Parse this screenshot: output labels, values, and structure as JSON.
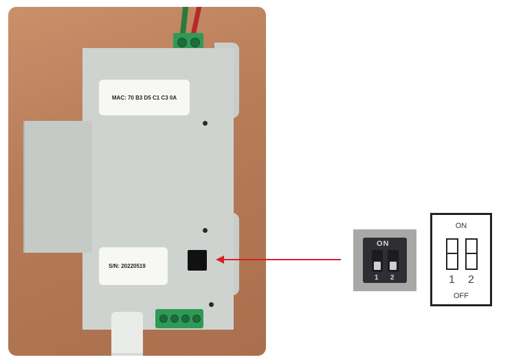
{
  "device": {
    "mac_label": "MAC: 70 B3 D5 C1 C3 0A",
    "sn_label": "S/N: 20220519"
  },
  "dip_photo": {
    "on_label": "ON",
    "numbers": [
      "1",
      "2"
    ]
  },
  "dip_diagram": {
    "on_label": "ON",
    "off_label": "OFF",
    "numbers": [
      "1",
      "2"
    ]
  },
  "colors": {
    "arrow": "#d2232a",
    "terminal": "#2e9a56",
    "housing": "#cfd3cf"
  }
}
